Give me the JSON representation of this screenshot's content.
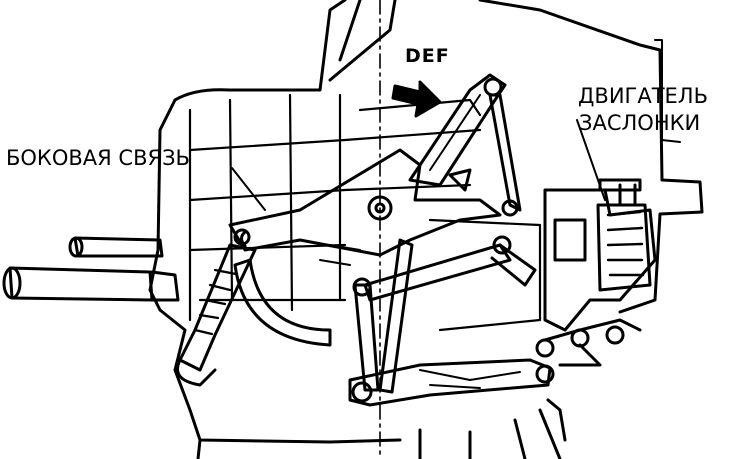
{
  "labels": {
    "def": "DEF",
    "door_motor_line1": "ДВИГАТЕЛЬ",
    "door_motor_line2": "ЗАСЛОНКИ",
    "side_link": "БОКОВАЯ СВЯЗЬ"
  },
  "colors": {
    "ink": "#000000",
    "background": "#ffffff"
  },
  "icons": {
    "direction_arrow": "def-direction-arrow-icon"
  }
}
